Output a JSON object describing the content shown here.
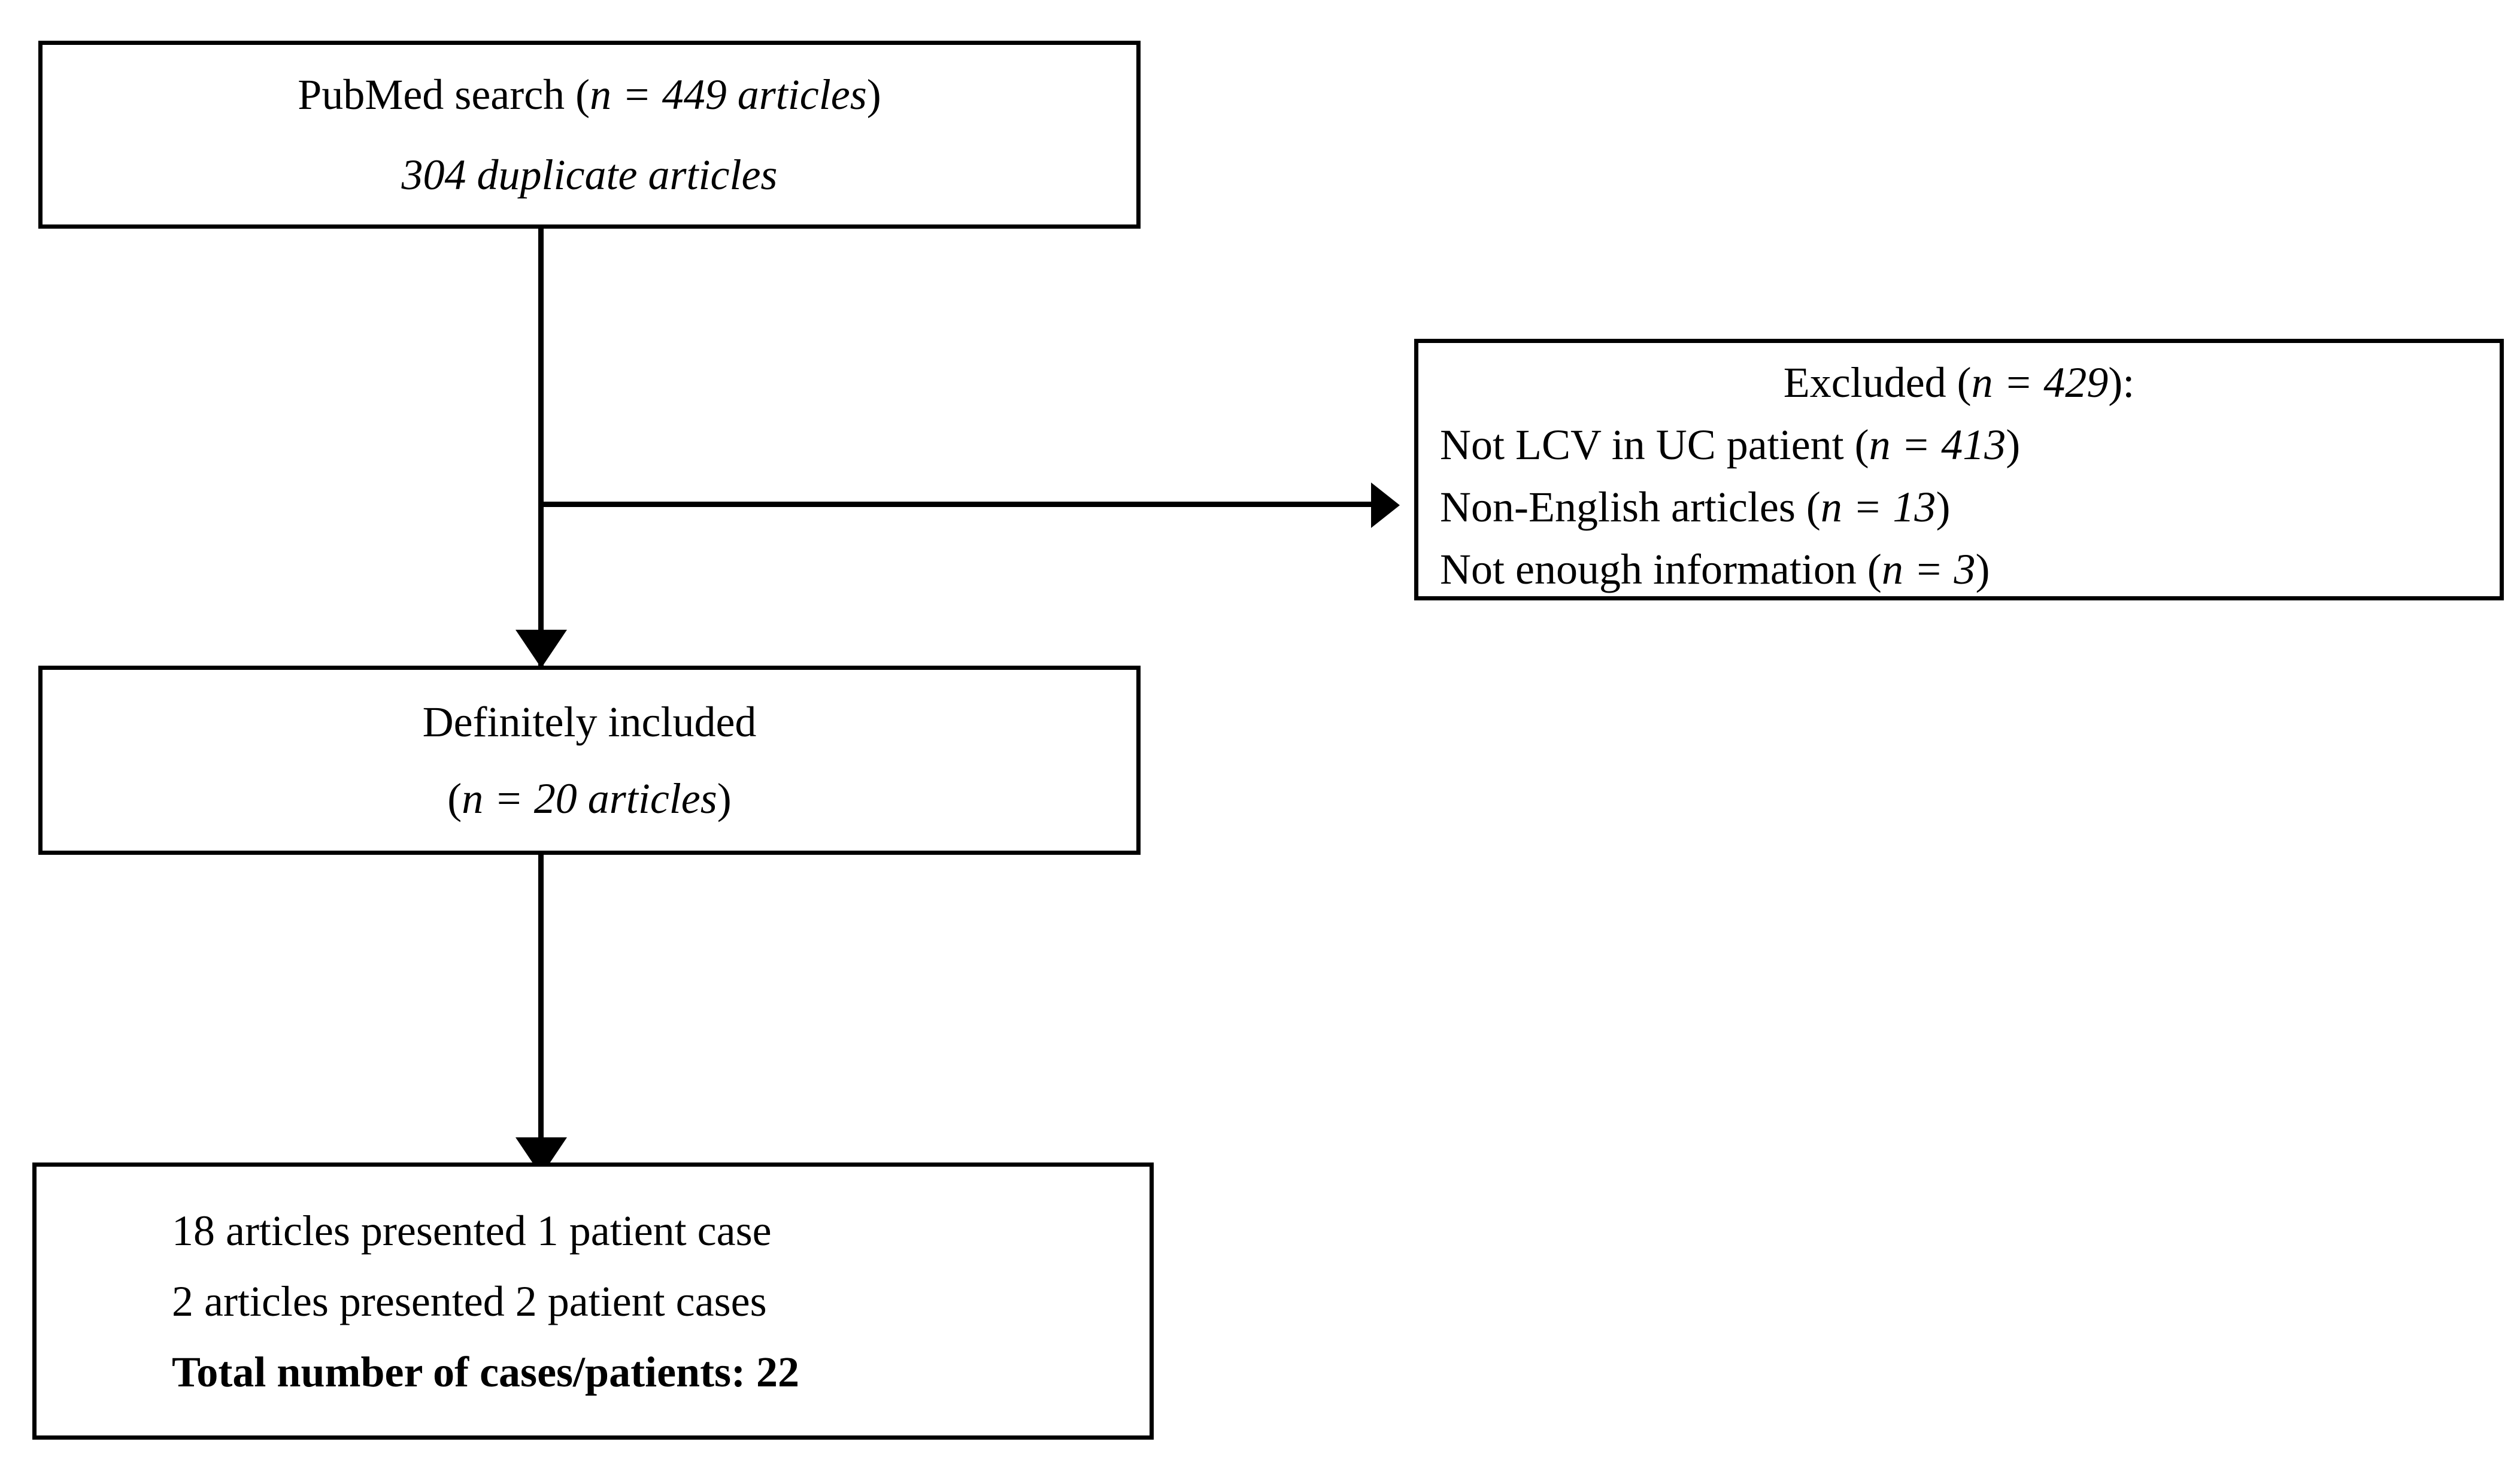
{
  "diagram": {
    "title": "PRISMA-style article selection flowchart",
    "stroke_color": "#000000",
    "background_color": "#ffffff",
    "boxes": {
      "search": {
        "name": "pubmed-search-box",
        "lines": [
          {
            "prefix": "PubMed search (",
            "emph": "n = 449 articles",
            "suffix": ")"
          },
          {
            "prefix": "",
            "emph": "304 duplicate articles",
            "suffix": ""
          }
        ]
      },
      "included": {
        "name": "definitely-included-box",
        "lines": [
          {
            "prefix": "Definitely included",
            "emph": "",
            "suffix": ""
          },
          {
            "prefix": "(",
            "emph": "n = 20 articles",
            "suffix": ")"
          }
        ]
      },
      "excluded": {
        "name": "excluded-box",
        "lines": [
          {
            "prefix": "Excluded (",
            "emph": "n = 429",
            "suffix": "):"
          },
          {
            "prefix": "Not LCV in UC patient (",
            "emph": "n = 413",
            "suffix": ")"
          },
          {
            "prefix": "Non-English articles (",
            "emph": "n = 13",
            "suffix": ")"
          },
          {
            "prefix": "Not enough information (",
            "emph": "n = 3",
            "suffix": ")"
          }
        ]
      },
      "results": {
        "name": "results-box",
        "lines": [
          {
            "text": "18 articles presented 1 patient case",
            "bold": false
          },
          {
            "text": "2 articles presented 2 patient cases",
            "bold": false
          },
          {
            "text": "Total number of cases/patients: 22",
            "bold": true
          }
        ]
      }
    },
    "connectors": [
      {
        "name": "search-to-included",
        "type": "vertical-arrow",
        "from": "search",
        "to": "included"
      },
      {
        "name": "search-to-excluded",
        "type": "horizontal-arrow",
        "from": "search",
        "to": "excluded"
      },
      {
        "name": "included-to-results",
        "type": "vertical-arrow",
        "from": "included",
        "to": "results"
      }
    ]
  }
}
